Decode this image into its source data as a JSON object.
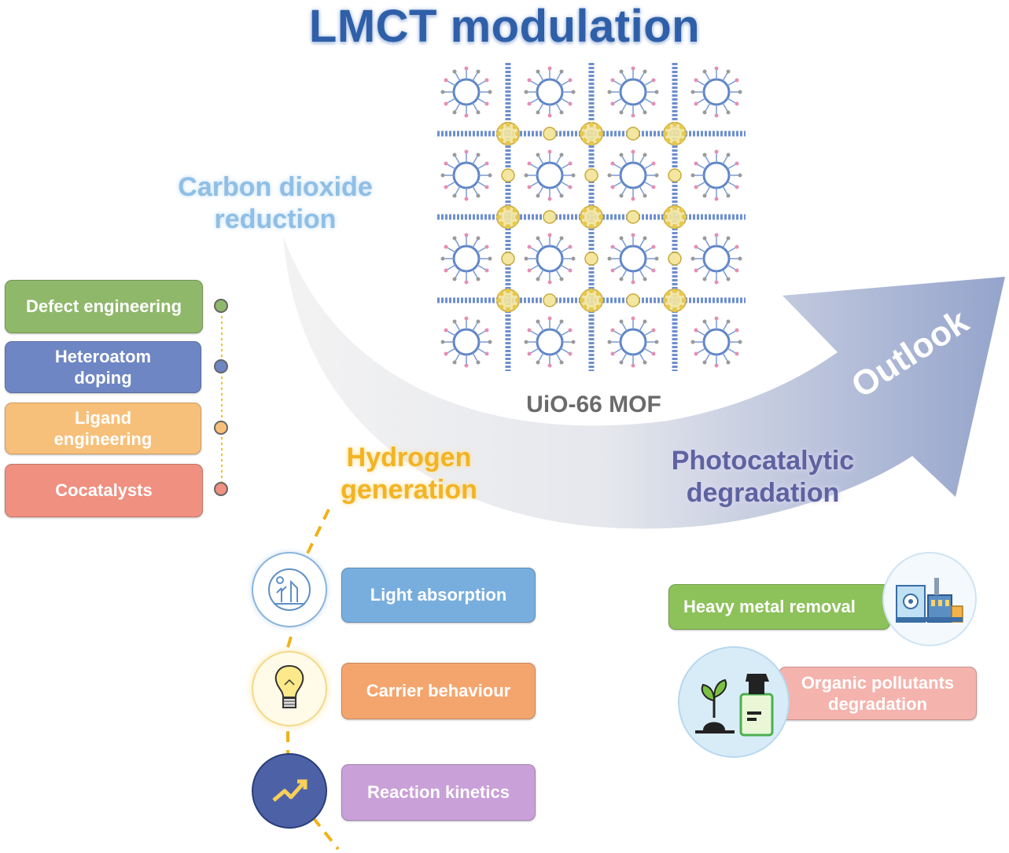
{
  "title": "LMCT modulation",
  "center": {
    "label": "UiO-66 MOF"
  },
  "arrow": {
    "label": "Outlook"
  },
  "applications": {
    "co2": "Carbon dioxide reduction",
    "hydrogen": "Hydrogen generation",
    "photocatalytic": "Photocatalytic degradation"
  },
  "strategies": [
    {
      "label": "Defect engineering",
      "color": "#8fb86a"
    },
    {
      "label": "Heteroatom doping",
      "color": "#6f86c4"
    },
    {
      "label": "Ligand engineering",
      "color": "#f7c07a"
    },
    {
      "label": "Cocatalysts",
      "color": "#ef9080"
    }
  ],
  "hydrogen_factors": [
    {
      "label": "Light absorption",
      "color": "#78aede",
      "icon": "environment-icon"
    },
    {
      "label": "Carrier behaviour",
      "color": "#f4a56e",
      "icon": "light-bulb-icon"
    },
    {
      "label": "Reaction kinetics",
      "color": "#c9a0d8",
      "icon": "growth-arrow-icon"
    }
  ],
  "degradation_factors": [
    {
      "label": "Heavy metal removal",
      "color": "#8dc15a",
      "icon": "factory-icon"
    },
    {
      "label": "Organic pollutants degradation",
      "color": "#f5b3ad",
      "icon": "plant-spray-icon"
    }
  ]
}
